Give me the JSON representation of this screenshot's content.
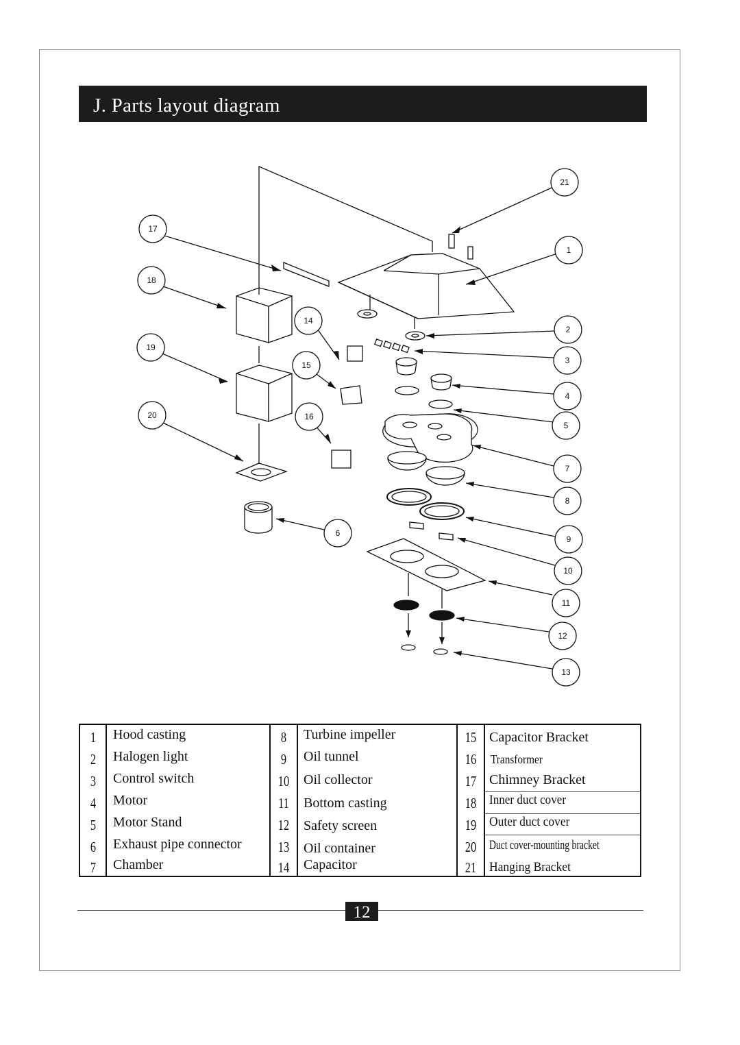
{
  "title": "J. Parts layout diagram",
  "page_number": "12",
  "callouts": [
    "21",
    "17",
    "1",
    "18",
    "14",
    "2",
    "19",
    "15",
    "3",
    "4",
    "20",
    "16",
    "5",
    "7",
    "8",
    "6",
    "9",
    "10",
    "11",
    "12",
    "13"
  ],
  "parts_table": {
    "columns": [
      [
        {
          "num": "1",
          "name": "Hood casting"
        },
        {
          "num": "2",
          "name": "Halogen light"
        },
        {
          "num": "3",
          "name": "Control switch"
        },
        {
          "num": "4",
          "name": "Motor"
        },
        {
          "num": "5",
          "name": "Motor Stand"
        },
        {
          "num": "6",
          "name": "Exhaust pipe connector"
        },
        {
          "num": "7",
          "name": "Chamber"
        }
      ],
      [
        {
          "num": "8",
          "name": "Turbine impeller"
        },
        {
          "num": "9",
          "name": "Oil tunnel"
        },
        {
          "num": "10",
          "name": "Oil collector"
        },
        {
          "num": "11",
          "name": "Bottom casting"
        },
        {
          "num": "12",
          "name": "Safety screen"
        },
        {
          "num": "13",
          "name": "Oil container"
        },
        {
          "num": "14",
          "name": "Capacitor"
        }
      ],
      [
        {
          "num": "15",
          "name": "Capacitor Bracket"
        },
        {
          "num": "16",
          "name": "Transformer"
        },
        {
          "num": "17",
          "name": "Chimney Bracket"
        },
        {
          "num": "18",
          "name": "Inner duct cover"
        },
        {
          "num": "19",
          "name": "Outer duct  cover"
        },
        {
          "num": "20",
          "name": "Duct cover-mounting bracket"
        },
        {
          "num": "21",
          "name": "Hanging Bracket"
        }
      ]
    ]
  }
}
